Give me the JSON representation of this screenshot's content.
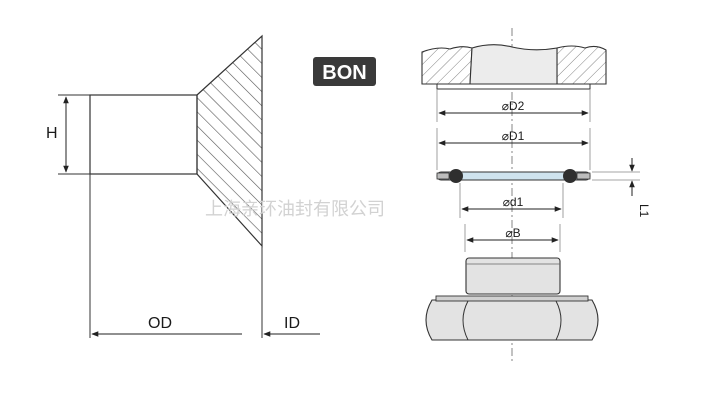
{
  "badge": {
    "label": "BON",
    "bg": "#3a3a3a",
    "fg": "#ffffff"
  },
  "watermark": {
    "text": "上海亲环油封有限公司"
  },
  "left_view": {
    "labels": {
      "height": "H",
      "outer_diameter": "OD",
      "inner_diameter": "ID"
    }
  },
  "right_view": {
    "labels": {
      "d2": "⌀D2",
      "d1_outer": "⌀D1",
      "thickness": "L1",
      "d1_inner": "⌀d1",
      "bore": "⌀B"
    }
  },
  "colors": {
    "line": "#333333",
    "hatch": "#555555",
    "seal_fill": "#cfe3ee",
    "seal_ring": "#2f2f2f",
    "part_fill": "#d9d9d9"
  }
}
